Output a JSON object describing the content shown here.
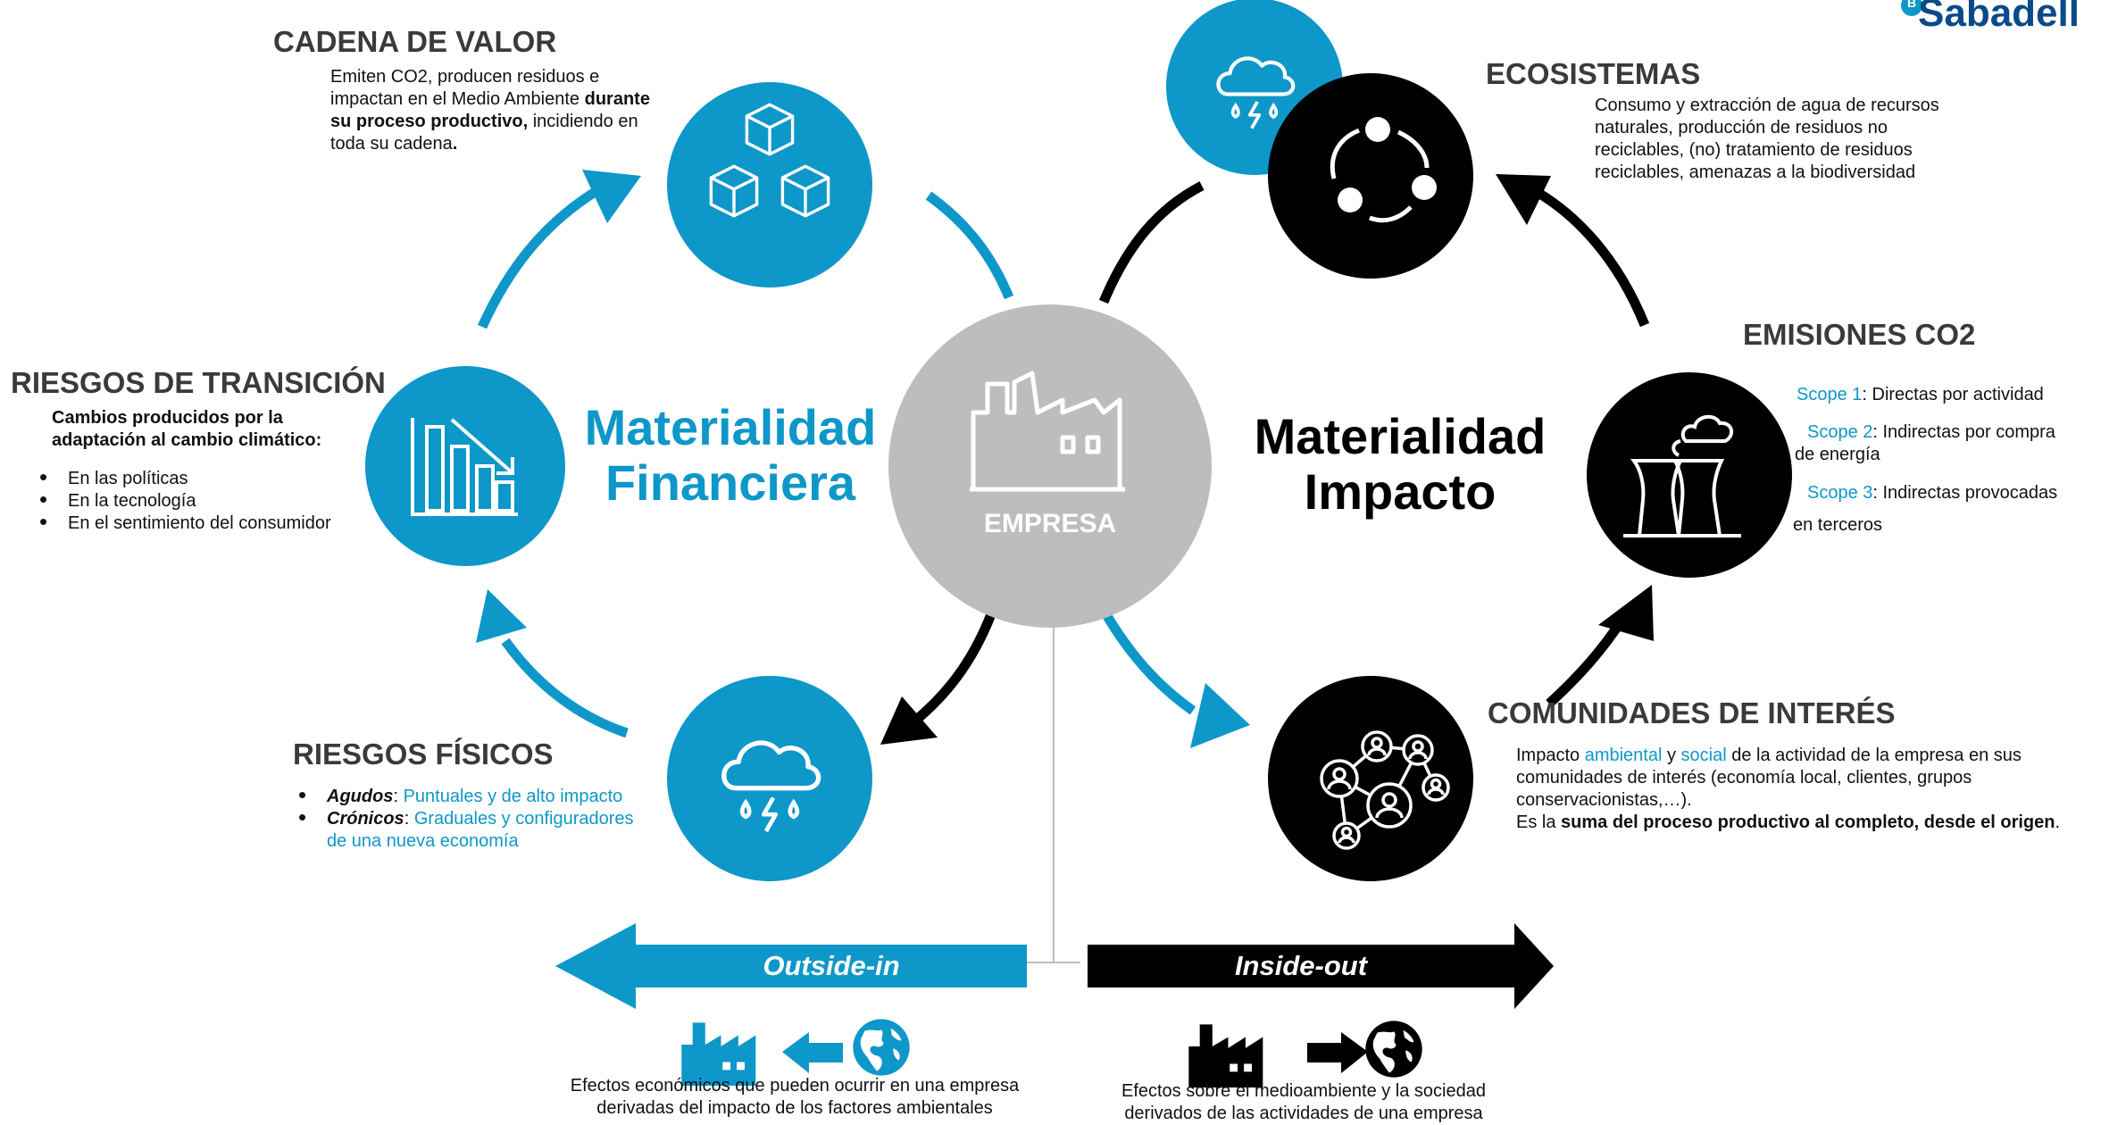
{
  "brand": {
    "name": "Sabadell",
    "badge": "B"
  },
  "center": {
    "label": "EMPRESA"
  },
  "titles": {
    "financiera": [
      "Materialidad",
      "Financiera"
    ],
    "impacto": [
      "Materialidad",
      "Impacto"
    ]
  },
  "cadena": {
    "heading": "CADENA DE VALOR",
    "line1": "Emiten CO2, producen residuos e",
    "line2_pre": "impactan en el Medio Ambiente ",
    "line2_bold": "durante",
    "line3_bold": "su proceso productivo,",
    "line3_post": " incidiendo en",
    "line4_pre": "toda su cadena",
    "line4_bold": "."
  },
  "transicion": {
    "heading": "RIESGOS DE TRANSICIÓN",
    "sub1": "Cambios producidos por la",
    "sub2": "adaptación al cambio climático:",
    "items": [
      "En las políticas",
      "En la tecnología",
      "En el sentimiento del consumidor"
    ]
  },
  "fisicos": {
    "heading": "RIESGOS FÍSICOS",
    "item1_label": "Agudos",
    "item1_sep": ": ",
    "item1_text": "Puntuales y de alto impacto",
    "item2_label": "Crónicos",
    "item2_sep": ":  ",
    "item2_text_a": "Graduales  y  configuradores",
    "item2_text_b": "de una nueva economía"
  },
  "ecosistemas": {
    "heading": "ECOSISTEMAS",
    "lines": [
      "Consumo y extracción de agua de recursos",
      "naturales, producción de residuos no",
      "reciclables, (no) tratamiento de residuos",
      "reciclables, amenazas a la biodiversidad"
    ]
  },
  "emisiones": {
    "heading": "EMISIONES CO2",
    "s1_label": "Scope 1",
    "s1_text": ": Directas por actividad",
    "s2_label": "Scope 2",
    "s2_text": ": Indirectas por compra",
    "s2_text_b": "de energía",
    "s3_label": "Scope 3",
    "s3_text": ": Indirectas provocadas",
    "s3_text_b": "en terceros"
  },
  "comunidades": {
    "heading": "COMUNIDADES DE INTERÉS",
    "l1_a": "Impacto ",
    "l1_b": "ambiental",
    "l1_c": " y ",
    "l1_d": "social",
    "l1_e": " de la actividad de la empresa en sus",
    "l2": "comunidades de interés (economía local, clientes, grupos",
    "l3": "conservacionistas,…).",
    "l4_a": "Es la ",
    "l4_b": "suma del proceso productivo al completo, desde el origen",
    "l4_c": "."
  },
  "outside": {
    "label": "Outside-in",
    "caption1": "Efectos económicos que pueden ocurrir en una empresa",
    "caption2": "derivadas del impacto de los factores ambientales"
  },
  "inside": {
    "label": "Inside-out",
    "caption1": "Efectos sobre el medioambiente y la sociedad",
    "caption2": "derivados de las actividades de una empresa"
  },
  "colors": {
    "blue": "#0e97c9",
    "black": "#000000",
    "gray": "#bdbdbd"
  },
  "icons": [
    "cubes-icon",
    "declining-chart-icon",
    "rain-cloud-icon",
    "factory-icon",
    "cycle-icon",
    "power-plant-icon",
    "network-icon",
    "globe-icon",
    "left-arrow-icon",
    "right-arrow-icon"
  ]
}
